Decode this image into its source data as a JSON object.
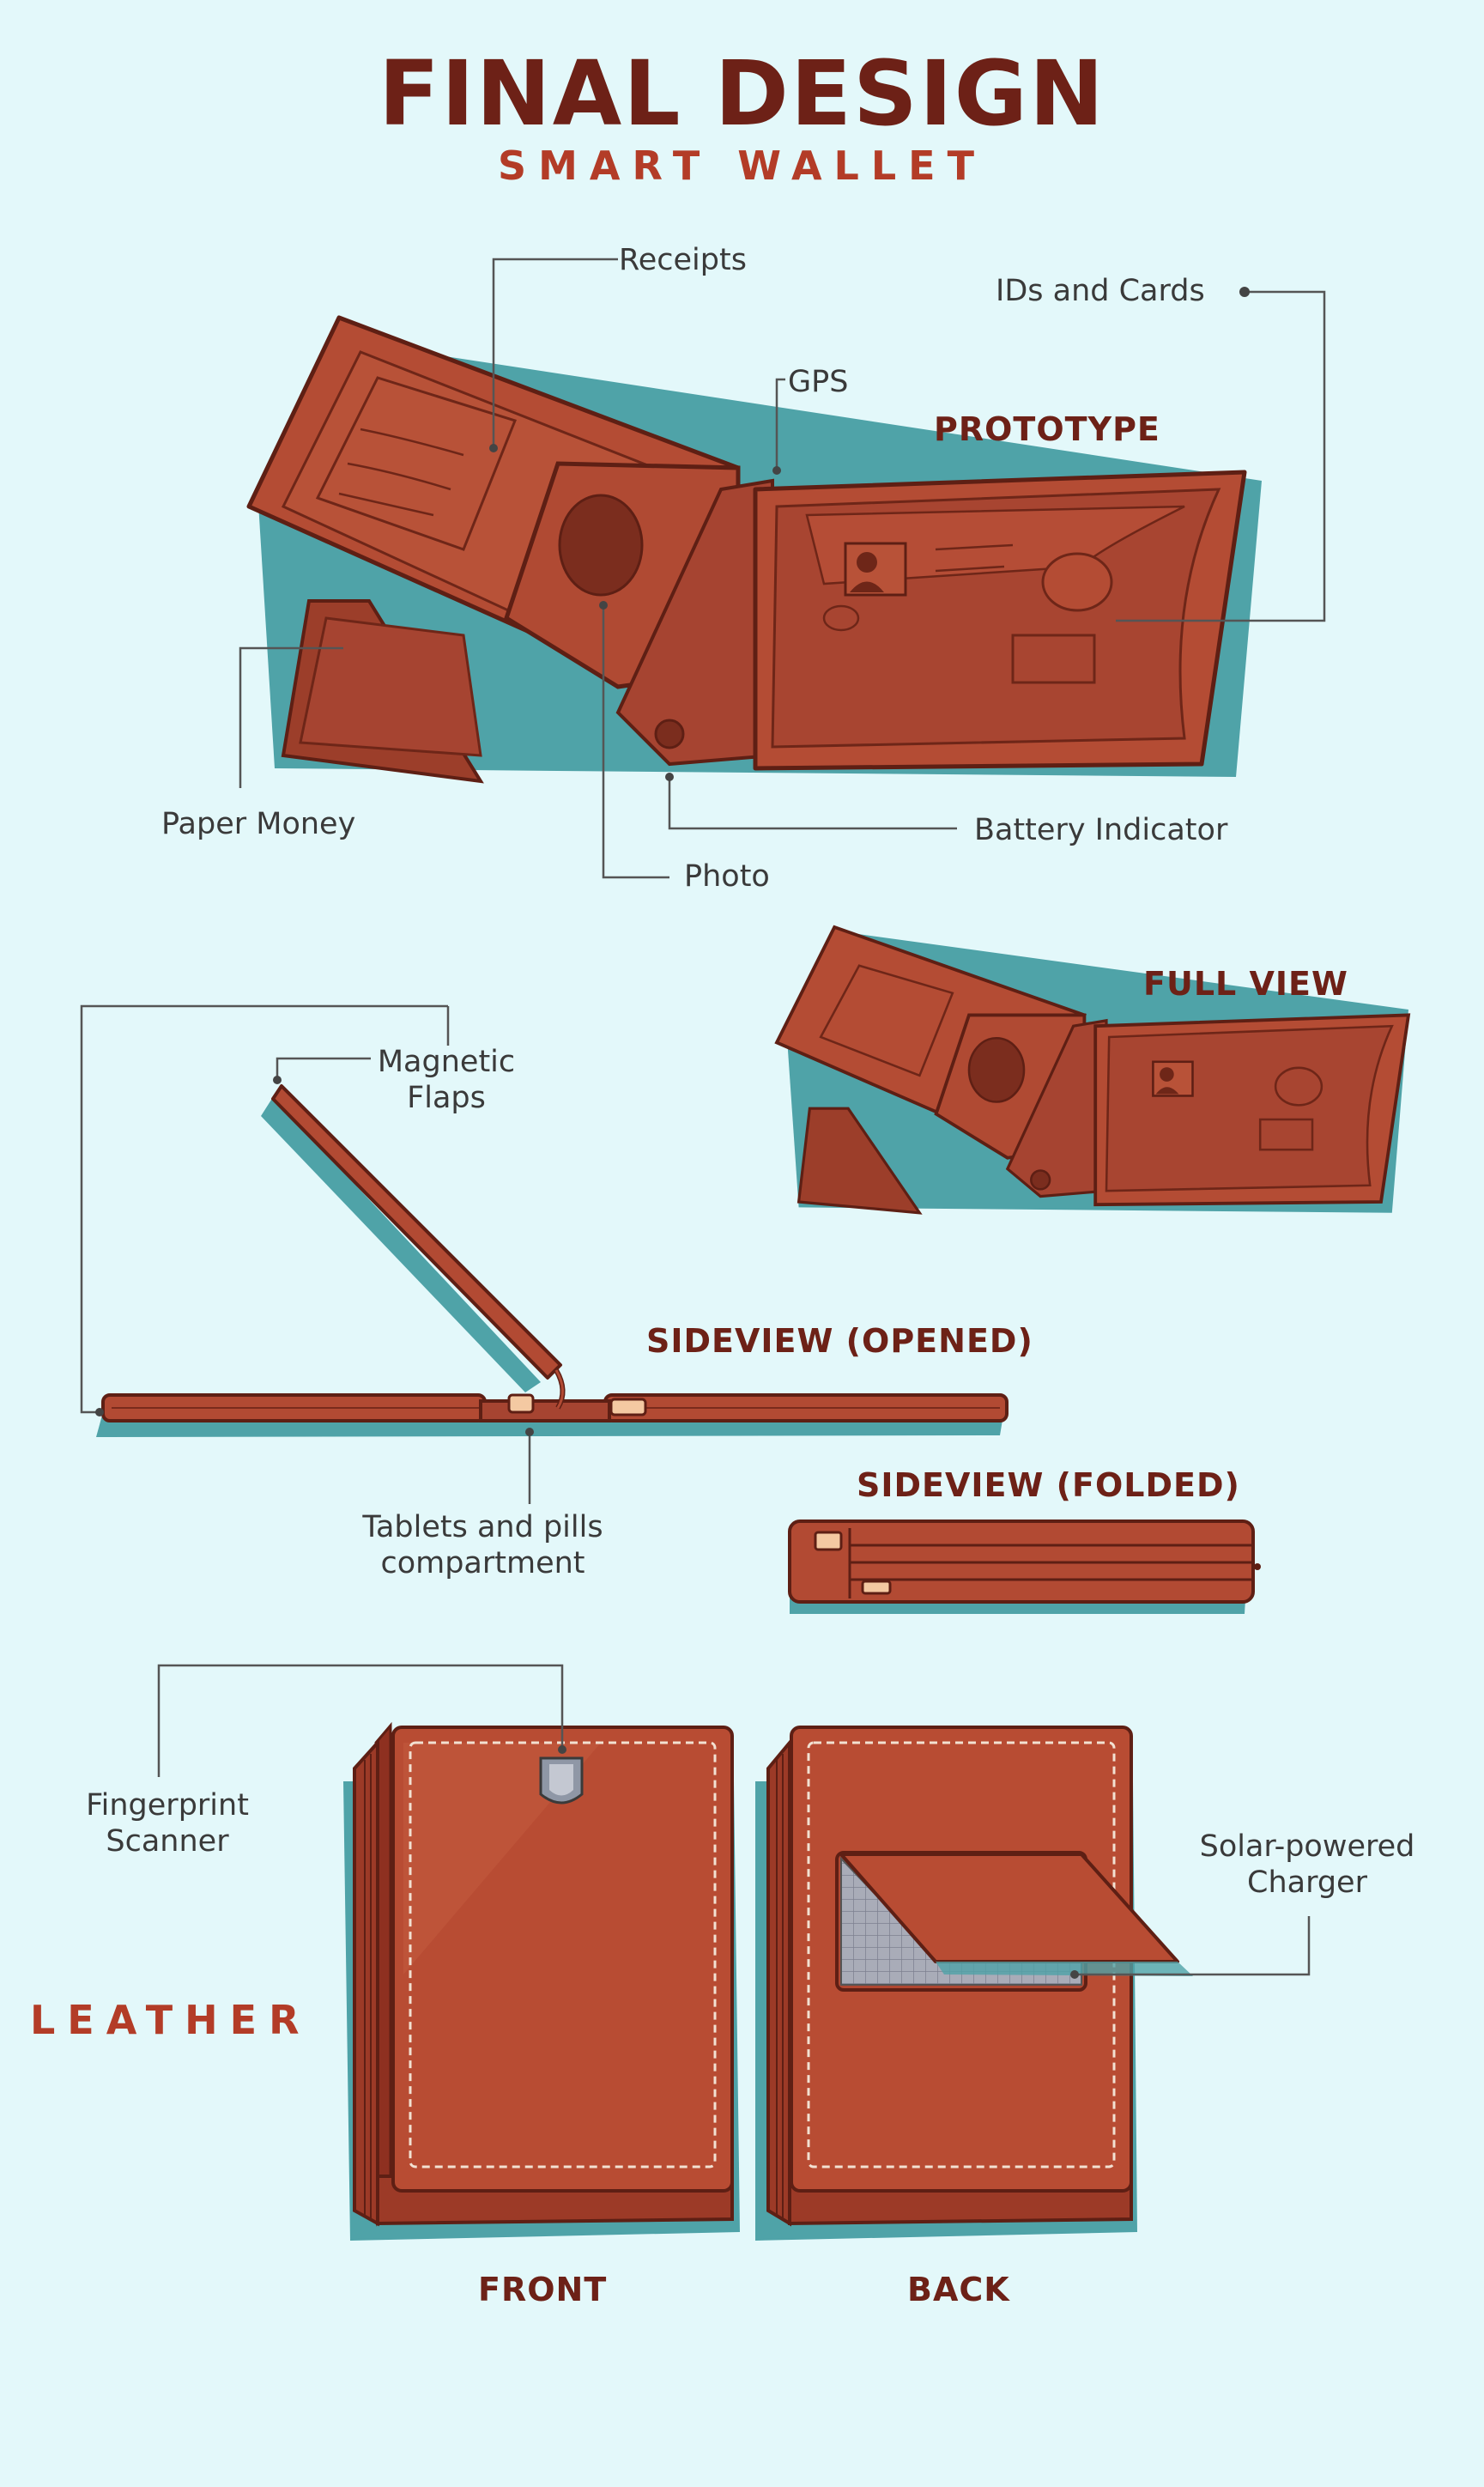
{
  "header": {
    "title": "FINAL DESIGN",
    "subtitle": "SMART WALLET"
  },
  "sections": {
    "prototype": "PROTOTYPE",
    "full_view": "FULL VIEW",
    "sideview_opened": "SIDEVIEW (OPENED)",
    "sideview_folded": "SIDEVIEW (FOLDED)",
    "leather": "LEATHER",
    "front": "FRONT",
    "back": "BACK"
  },
  "labels": {
    "receipts": "Receipts",
    "ids_cards": "IDs and Cards",
    "gps": "GPS",
    "paper_money": "Paper Money",
    "battery_indicator": "Battery Indicator",
    "photo": "Photo",
    "magnetic_flaps_1": "Magnetic",
    "magnetic_flaps_2": "Flaps",
    "tablets_1": "Tablets and pills",
    "tablets_2": "compartment",
    "fingerprint_1": "Fingerprint",
    "fingerprint_2": "Scanner",
    "solar_1": "Solar-powered",
    "solar_2": "Charger"
  },
  "colors": {
    "background": "#e3f8fa",
    "leather": "#b24a33",
    "leather_dark": "#7a2a1c",
    "shadow": "#4fa3a8",
    "title": "#6d2117",
    "accent": "#b33c27"
  }
}
